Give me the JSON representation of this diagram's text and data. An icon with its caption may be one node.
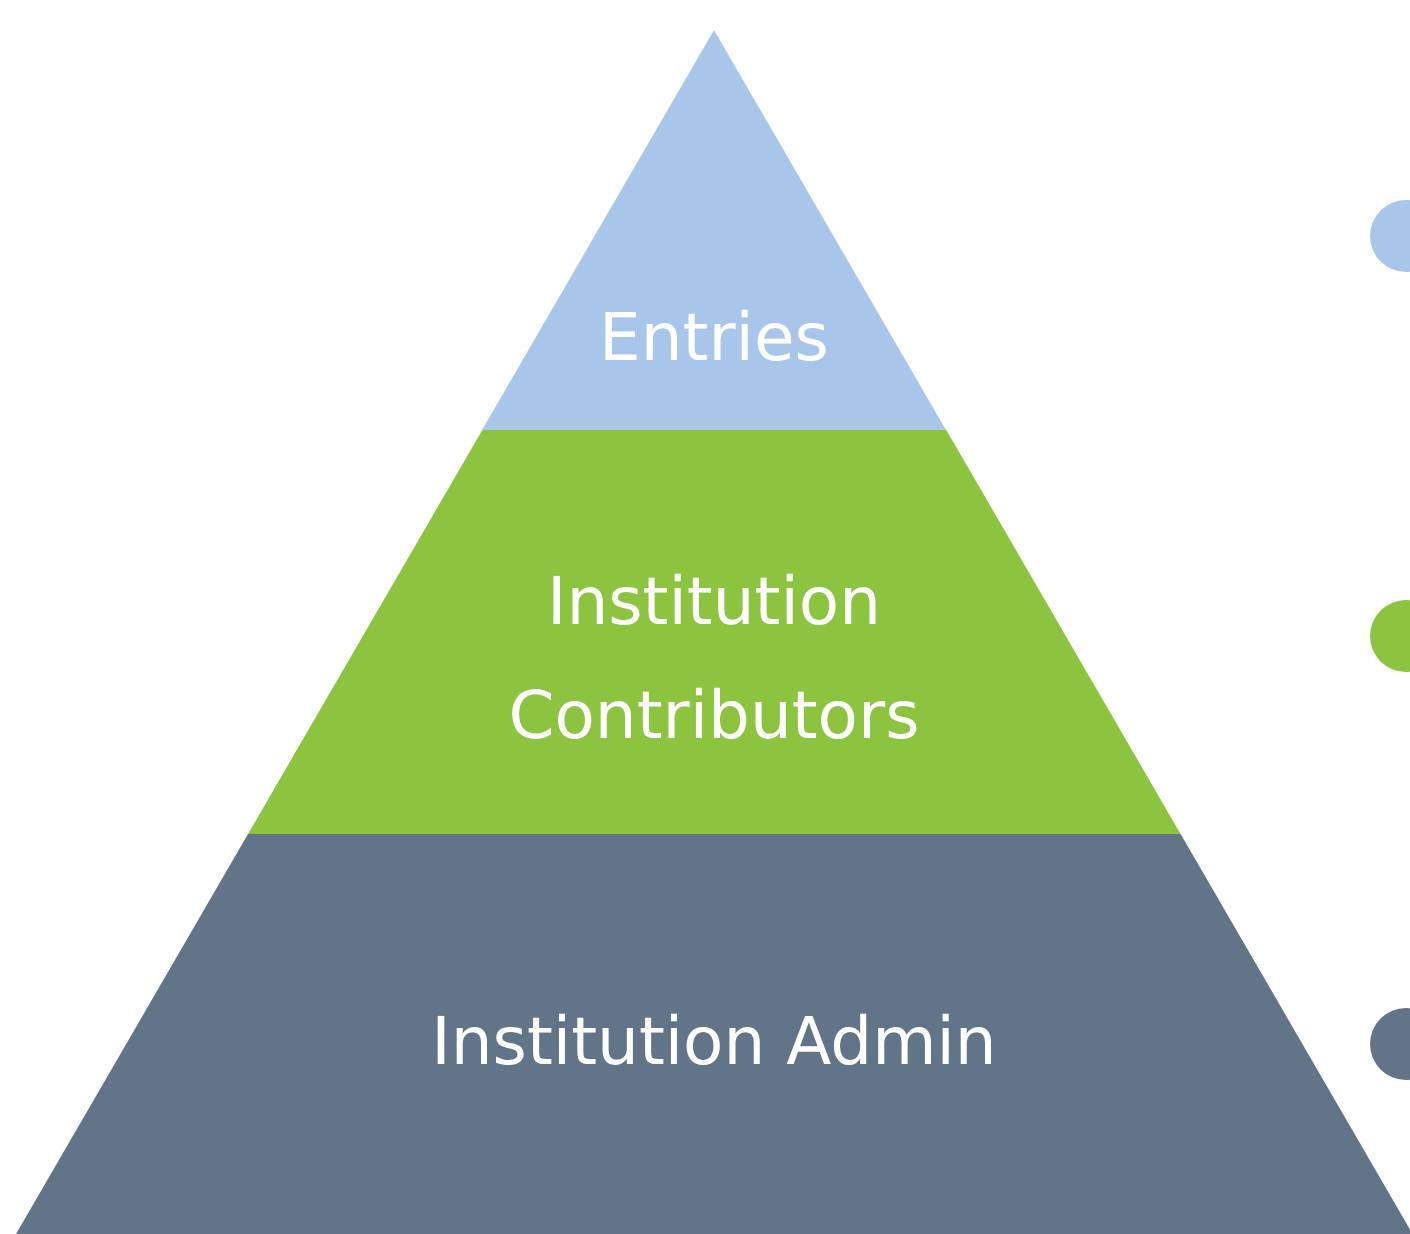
{
  "diagram": {
    "nodes": [
      {
        "text": [
          "Entries"
        ]
      },
      {
        "text": [
          "Institution Contributors"
        ]
      },
      {
        "text": [
          "Institution Admin"
        ]
      }
    ]
  }
}
